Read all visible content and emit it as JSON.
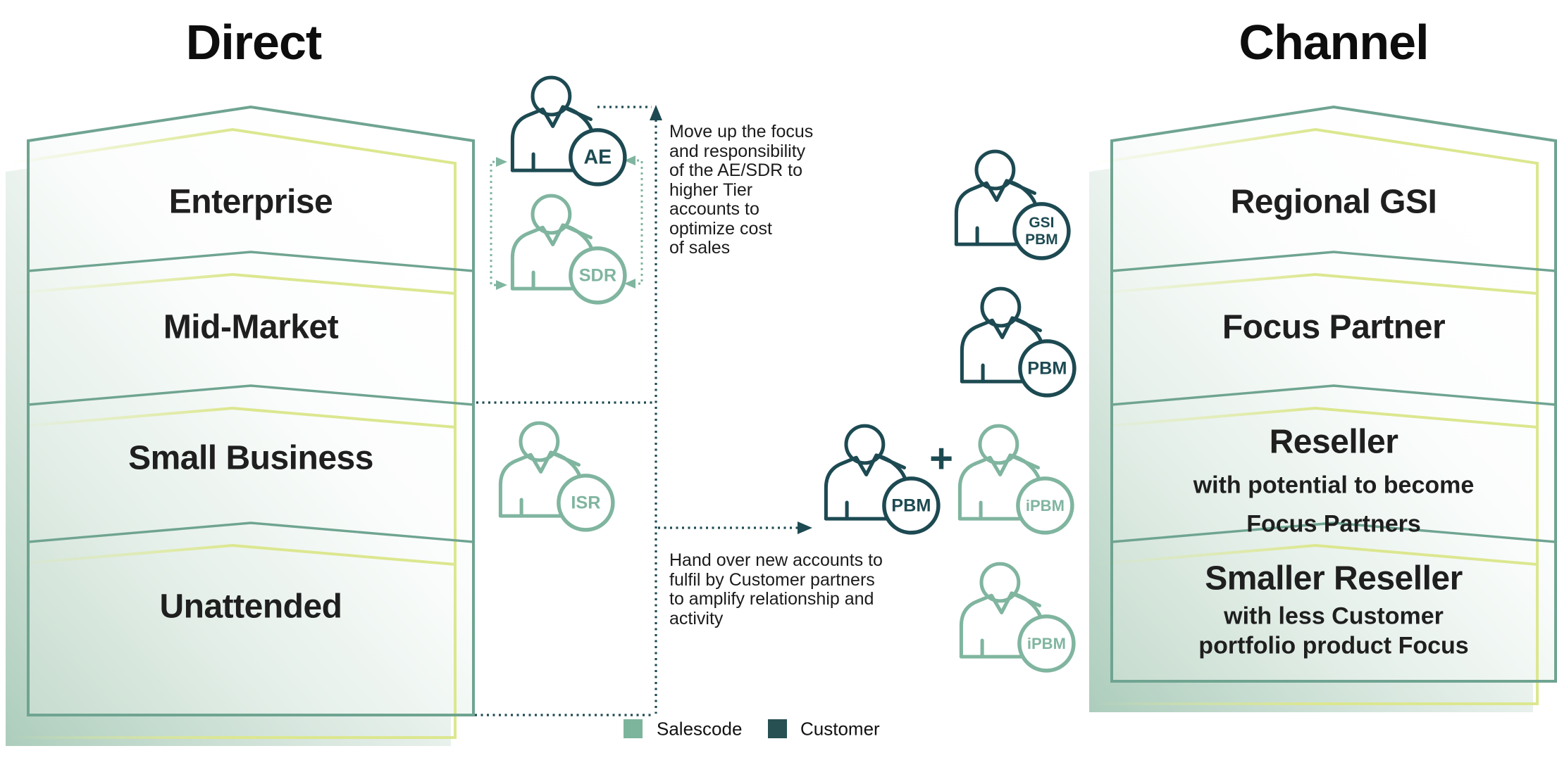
{
  "titles": {
    "left": "Direct",
    "right": "Channel"
  },
  "direct_stack": {
    "segments": [
      "Enterprise",
      "Mid-Market",
      "Small Business",
      "Unattended"
    ]
  },
  "channel_stack": {
    "segments": [
      {
        "title": "Regional GSI",
        "subtitle_lines": []
      },
      {
        "title": "Focus Partner",
        "subtitle_lines": []
      },
      {
        "title": "Reseller",
        "subtitle_lines": [
          "with potential to become",
          "Focus Partners"
        ]
      },
      {
        "title": "Smaller Reseller",
        "subtitle_lines": [
          "with less Customer",
          "portfolio product Focus"
        ]
      }
    ]
  },
  "annotations": {
    "move_up": {
      "lines": [
        "Move up the focus",
        "and responsibility",
        "of the AE/SDR to",
        "higher Tier",
        "accounts to",
        "optimize cost",
        "of sales"
      ]
    },
    "hand_over": {
      "lines": [
        "Hand over new accounts to",
        "fulfil by Customer partners",
        "to amplify relationship and",
        "activity"
      ]
    },
    "plus_sign": "+"
  },
  "icons": [
    {
      "id": "ae",
      "badge_lines": [
        "AE"
      ],
      "team": "customer"
    },
    {
      "id": "sdr",
      "badge_lines": [
        "SDR"
      ],
      "team": "salescode"
    },
    {
      "id": "isr",
      "badge_lines": [
        "ISR"
      ],
      "team": "salescode"
    },
    {
      "id": "handover-pbm",
      "badge_lines": [
        "PBM"
      ],
      "team": "customer"
    },
    {
      "id": "handover-ipbm",
      "badge_lines": [
        "iPBM"
      ],
      "team": "salescode"
    },
    {
      "id": "gsi-pbm",
      "badge_lines": [
        "GSI",
        "PBM"
      ],
      "team": "customer"
    },
    {
      "id": "channel-pbm",
      "badge_lines": [
        "PBM"
      ],
      "team": "customer"
    },
    {
      "id": "channel-ipbm",
      "badge_lines": [
        "iPBM"
      ],
      "team": "salescode"
    }
  ],
  "legend": {
    "items": [
      {
        "label": "Salescode",
        "color": "#7db49c"
      },
      {
        "label": "Customer",
        "color": "#265052"
      }
    ]
  },
  "colors": {
    "teal": "#6fa491",
    "yellow": "#dce78f",
    "customer": "#1d4a52",
    "salescode": "#80b5a0",
    "text": "#1c1c1c"
  }
}
